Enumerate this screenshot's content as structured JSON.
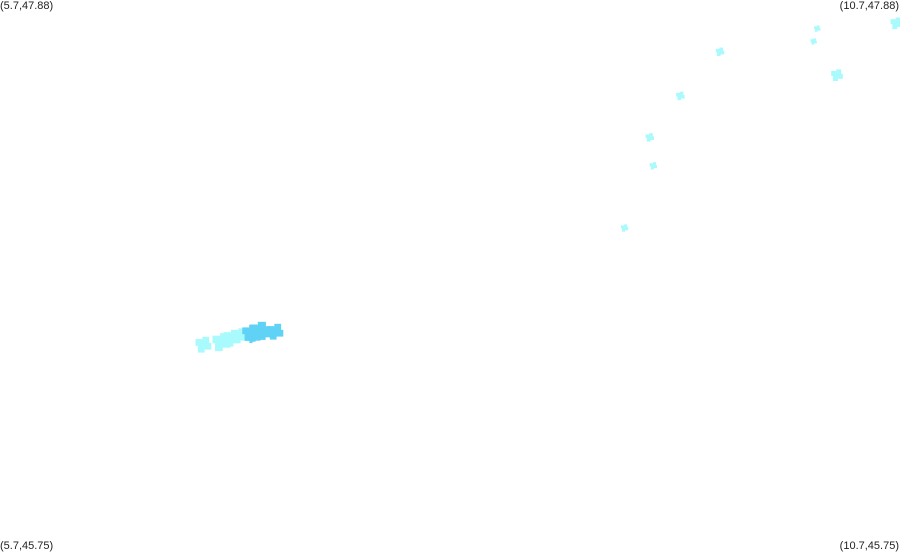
{
  "map": {
    "corners": {
      "top_left": "(5.7,47.88)",
      "top_right": "(10.7,47.88)",
      "bottom_left": "(5.7,45.75)",
      "bottom_right": "(10.7,45.75)"
    },
    "bounds": {
      "lon_min": 5.7,
      "lon_max": 10.7,
      "lat_min": 45.75,
      "lat_max": 47.88
    },
    "colors": {
      "background": "#ffffff",
      "light_cyan": "#a8fafc",
      "medium_cyan": "#5fd2f5"
    },
    "clusters": [
      {
        "lon": 6.83,
        "lat": 46.55,
        "color": "light_cyan",
        "size": 1.5
      },
      {
        "lon": 6.93,
        "lat": 46.56,
        "color": "light_cyan",
        "size": 1.7
      },
      {
        "lon": 6.99,
        "lat": 46.575,
        "color": "light_cyan",
        "size": 1.6
      },
      {
        "lon": 7.03,
        "lat": 46.585,
        "color": "light_cyan",
        "size": 1.4
      },
      {
        "lon": 7.06,
        "lat": 46.59,
        "color": "light_cyan",
        "size": 1.2
      },
      {
        "lon": 7.09,
        "lat": 46.595,
        "color": "medium_cyan",
        "size": 1.5
      },
      {
        "lon": 7.14,
        "lat": 46.602,
        "color": "medium_cyan",
        "size": 1.8
      },
      {
        "lon": 7.17,
        "lat": 46.595,
        "color": "medium_cyan",
        "size": 1.3
      },
      {
        "lon": 7.23,
        "lat": 46.6,
        "color": "medium_cyan",
        "size": 1.5
      },
      {
        "lon": 7.1,
        "lat": 46.57,
        "color": "medium_cyan",
        "size": 0.7
      },
      {
        "lon": 9.17,
        "lat": 47.0,
        "color": "light_cyan",
        "size": 0.7
      },
      {
        "lon": 9.33,
        "lat": 47.24,
        "color": "light_cyan",
        "size": 0.7
      },
      {
        "lon": 9.31,
        "lat": 47.35,
        "color": "light_cyan",
        "size": 0.8
      },
      {
        "lon": 9.48,
        "lat": 47.51,
        "color": "light_cyan",
        "size": 0.8
      },
      {
        "lon": 9.7,
        "lat": 47.68,
        "color": "light_cyan",
        "size": 0.8
      },
      {
        "lon": 10.22,
        "lat": 47.72,
        "color": "light_cyan",
        "size": 0.6
      },
      {
        "lon": 10.24,
        "lat": 47.77,
        "color": "light_cyan",
        "size": 0.6
      },
      {
        "lon": 10.35,
        "lat": 47.59,
        "color": "light_cyan",
        "size": 1.1
      },
      {
        "lon": 10.68,
        "lat": 47.79,
        "color": "light_cyan",
        "size": 1.1
      }
    ]
  }
}
